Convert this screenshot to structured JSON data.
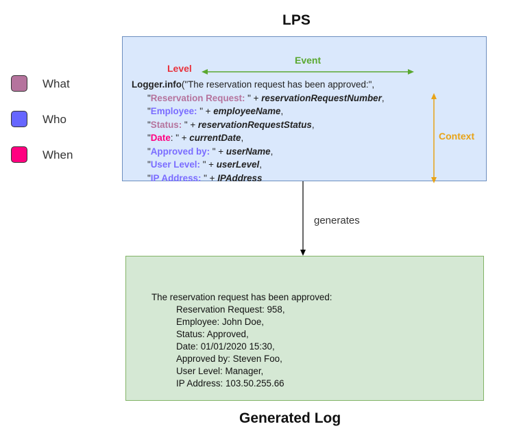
{
  "title_top": "LPS",
  "title_bottom": "Generated Log",
  "legend": [
    {
      "label": "What",
      "color": "#b5739d"
    },
    {
      "label": "Who",
      "color": "#6666ff"
    },
    {
      "label": "When",
      "color": "#ff0080"
    }
  ],
  "annotations": {
    "level": "Level",
    "event": "Event",
    "context": "Context",
    "generates": "generates",
    "level_color": "#e8313b",
    "event_color": "#5aa830",
    "context_color": "#e8a317"
  },
  "code": {
    "call": "Logger.info",
    "open": "(\"The reservation request has been approved:\",",
    "lines": [
      {
        "q": "\"",
        "key": "Reservation Request:",
        "close": " \" + ",
        "var": "reservationRequestNumber",
        "end": ",",
        "cat": "what"
      },
      {
        "q": "\"",
        "key": "Employee:",
        "close": " \" + ",
        "var": "employeeName",
        "end": ",",
        "cat": "who"
      },
      {
        "q": "\"",
        "key": "Status:",
        "close": " \" + ",
        "var": "reservationRequestStatus",
        "end": ",",
        "cat": "what"
      },
      {
        "q": "\"",
        "key": "Date",
        "close": ": \" + ",
        "var": "currentDate",
        "end": ",",
        "cat": "when"
      },
      {
        "q": "\"",
        "key": "Approved by:",
        "close": " \" + ",
        "var": "userName",
        "end": ",",
        "cat": "who"
      },
      {
        "q": "\"",
        "key": "User Level:",
        "close": " \" + ",
        "var": "userLevel",
        "end": ",",
        "cat": "who"
      },
      {
        "q": "\"",
        "key": "IP Address:",
        "close": " \" + ",
        "var": "IPAddress",
        "end": "",
        "cat": "who"
      }
    ]
  },
  "log": {
    "header": "The reservation request has been approved:",
    "lines": [
      "Reservation Request: 958,",
      "Employee: John Doe,",
      "Status: Approved,",
      "Date: 01/01/2020 15:30,",
      "Approved by: Steven Foo,",
      "User Level: Manager,",
      "IP Address: 103.50.255.66"
    ]
  }
}
